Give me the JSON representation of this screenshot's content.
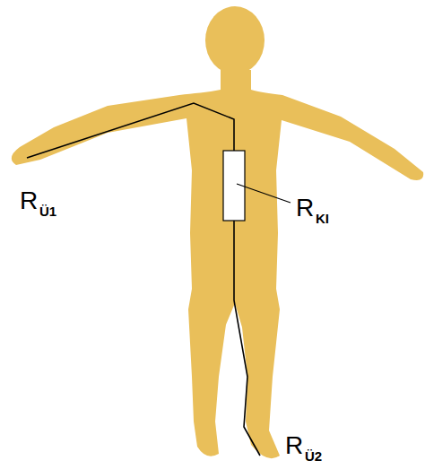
{
  "diagram": {
    "labels": [
      "R",
      "Ü1",
      "R",
      "KI",
      "R",
      "Ü2"
    ]
  }
}
